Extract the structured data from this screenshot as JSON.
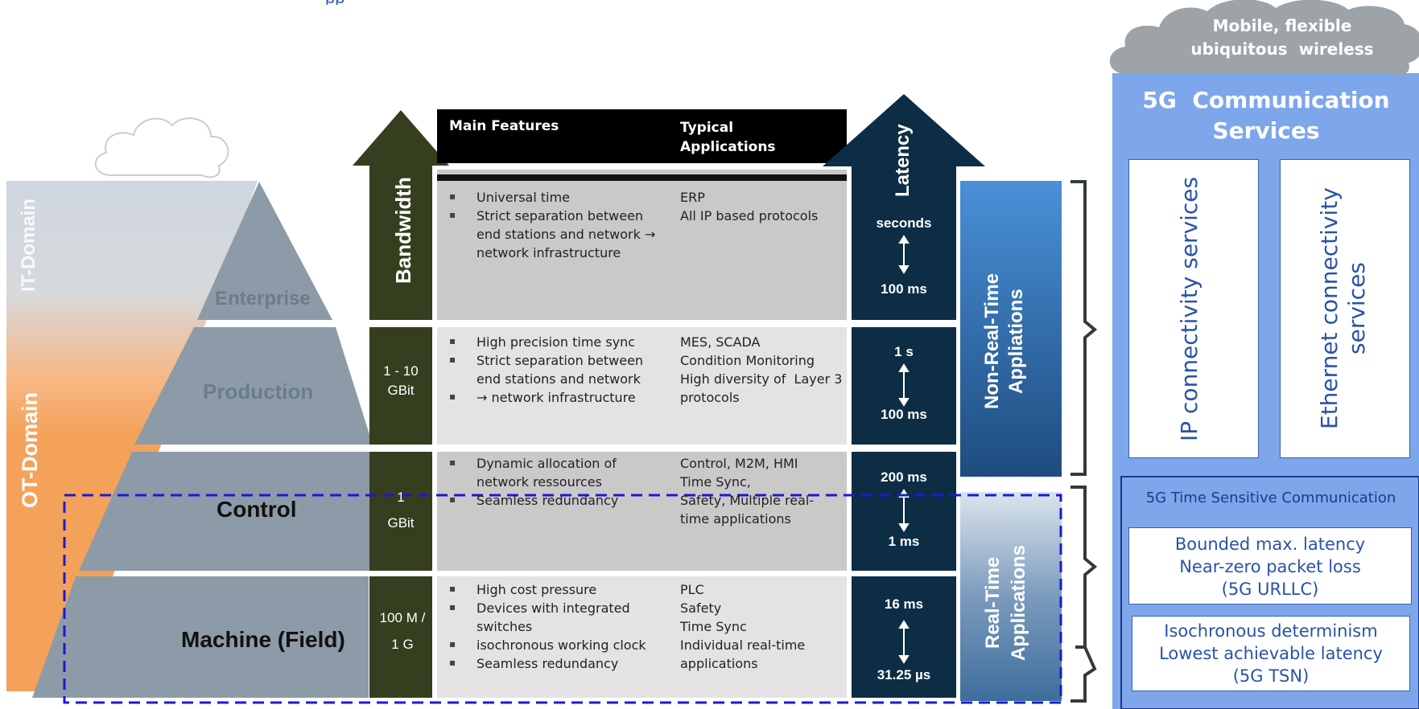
{
  "pyramid": {
    "it_domain": "IT-Domain",
    "ot_domain": "OT-Domain",
    "levels": [
      "Enterprise",
      "Production",
      "Control",
      "Machine (Field)"
    ]
  },
  "bandwidth": {
    "title": "Bandwidth",
    "values": [
      "1 - 10\nGBit",
      "1\nGBit",
      "100 M /\n1 G"
    ]
  },
  "table": {
    "header": {
      "features": "Main Features",
      "applications": "Typical\nApplications"
    },
    "rows": [
      {
        "features": [
          "Universal time",
          "Strict separation between end stations and network → network infrastructure"
        ],
        "applications": "ERP\nAll IP based protocols"
      },
      {
        "features": [
          "High precision time sync",
          "Strict separation between end stations and network",
          "→ network infrastructure"
        ],
        "applications": "MES, SCADA\nCondition Monitoring\nHigh diversity of  Layer 3 protocols"
      },
      {
        "features": [
          "Dynamic allocation of network ressources",
          "Seamless redundancy"
        ],
        "applications": "Control, M2M, HMI\nTime Sync,\nSafety, Multiple real-time applications"
      },
      {
        "features": [
          "High cost pressure",
          "Devices with integrated switches",
          "isochronous working clock",
          "Seamless redundancy"
        ],
        "applications": "PLC\nSafety\nTime Sync\nIndividual real-time applications"
      }
    ]
  },
  "latency": {
    "title": "Latency",
    "rows": [
      {
        "top": "seconds",
        "bottom": "100 ms"
      },
      {
        "top": "1 s",
        "bottom": "100 ms"
      },
      {
        "top": "200 ms",
        "bottom": "1 ms"
      },
      {
        "top": "16 ms",
        "bottom": "31.25 µs"
      }
    ]
  },
  "app_categories": {
    "non_real_time": "Non-Real-Time\nAppliations",
    "real_time": "Real-Time\nApplications"
  },
  "services": {
    "cloud": "Mobile, flexible\nubiquitous  wireless",
    "title": "5G  Communication\nServices",
    "ip": "IP connectivity services",
    "ethernet": "Ethernet connectivity\nservices",
    "tsc_title": "5G Time Sensitive Communication",
    "urllc": [
      "Bounded max. latency",
      "Near-zero packet loss",
      "(5G URLLC)"
    ],
    "tsn": [
      "Isochronous determinism",
      "Lowest achievable latency",
      "(5G TSN)"
    ]
  },
  "colors": {
    "bandwidth_arrow": "#353f1f",
    "latency_arrow": "#0d2d45",
    "pyramid": "#8c9ba7",
    "ot_orange": "#f5a55c",
    "services_blue": "#7da7ea",
    "dashed_outline": "#1a1ad6"
  }
}
